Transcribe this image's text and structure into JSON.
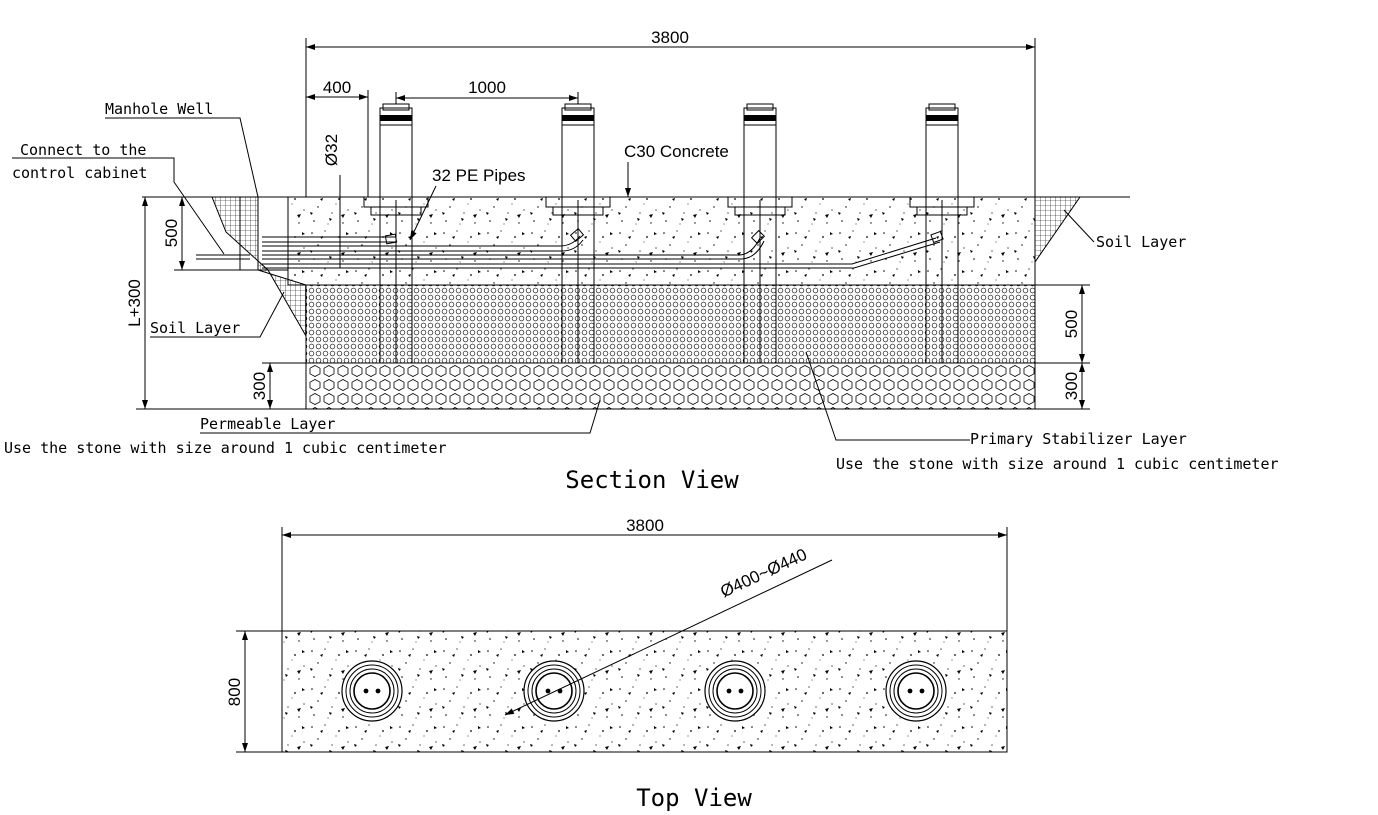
{
  "section_view": {
    "title": "Section View",
    "dims": {
      "total_width": "3800",
      "edge_offset": "400",
      "spacing": "1000",
      "pipe_dia": "Ø32",
      "well_depth": "500",
      "total_depth": "L+300",
      "permeable_left": "300",
      "stabilizer_right": "500",
      "permeable_right": "300"
    },
    "labels": {
      "manhole_well": "Manhole Well",
      "connect_line1": "Connect to the",
      "connect_line2": "control cabinet",
      "pe_pipes": "32 PE Pipes",
      "concrete": "C30 Concrete",
      "soil_right": "Soil Layer",
      "soil_left": "Soil Layer",
      "permeable_layer": "Permeable Layer",
      "permeable_note": "Use the stone with size around 1 cubic centimeter",
      "stabilizer_layer": "Primary Stabilizer Layer",
      "stabilizer_note": "Use the stone with size around 1 cubic centimeter"
    }
  },
  "top_view": {
    "title": "Top View",
    "dims": {
      "total_width": "3800",
      "depth": "800",
      "hole_dia": "Ø400~Ø440"
    }
  },
  "colors": {
    "line": "#000000",
    "background": "#ffffff"
  }
}
